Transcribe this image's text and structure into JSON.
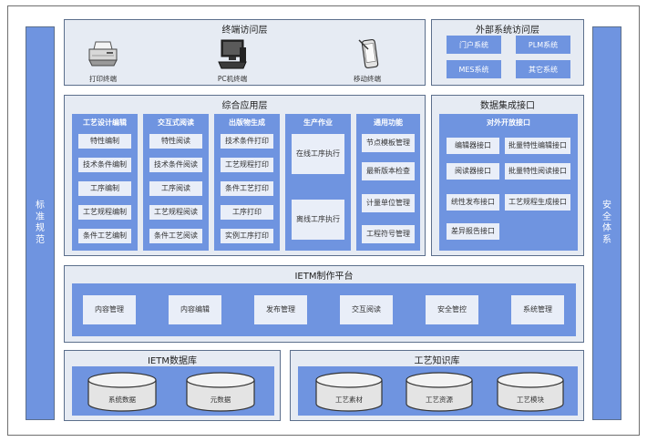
{
  "left_bar": {
    "label": [
      "标",
      "准",
      "规",
      "范"
    ]
  },
  "right_bar": {
    "label": [
      "安",
      "全",
      "体",
      "系"
    ]
  },
  "terminal_layer": {
    "title": "终端访问层",
    "items": [
      {
        "label": "打印终端",
        "icon": "printer-icon"
      },
      {
        "label": "PC机终端",
        "icon": "pc-icon"
      },
      {
        "label": "移动终端",
        "icon": "mobile-icon"
      }
    ]
  },
  "external_layer": {
    "title": "外部系统访问层",
    "items": [
      "门户系统",
      "PLM系统",
      "MES系统",
      "其它系统"
    ]
  },
  "app_layer": {
    "title": "综合应用层",
    "columns": [
      {
        "title": "工艺设计编辑",
        "items": [
          "特性编制",
          "技术条件编制",
          "工序编制",
          "工艺规程编制",
          "条件工艺编制"
        ]
      },
      {
        "title": "交互式阅读",
        "items": [
          "特性阅读",
          "技术条件阅读",
          "工序阅读",
          "工艺规程阅读",
          "条件工艺阅读"
        ]
      },
      {
        "title": "出版物生成",
        "items": [
          "技术条件打印",
          "工艺规程打印",
          "条件工艺打印",
          "工序打印",
          "实例工序打印"
        ]
      },
      {
        "title": "生产作业",
        "items": [
          "在线工序执行",
          "离线工序执行"
        ]
      },
      {
        "title": "通用功能",
        "items": [
          "节点模板管理",
          "最新版本检查",
          "计量单位管理",
          "工程符号管理"
        ]
      }
    ]
  },
  "integration_layer": {
    "title": "数据集成接口",
    "subtitle": "对外开放接口",
    "items": [
      "编辑器接口",
      "批量特性编辑接口",
      "阅读器接口",
      "批量特性阅读接口",
      "统性发布接口",
      "工艺规程生成接口",
      "差异报告接口"
    ]
  },
  "ietm_platform": {
    "title": "IETM制作平台",
    "items": [
      "内容管理",
      "内容编辑",
      "发布管理",
      "交互阅读",
      "安全管控",
      "系统管理"
    ]
  },
  "ietm_db": {
    "title": "IETM数据库",
    "items": [
      "系统数据",
      "元数据"
    ]
  },
  "knowledge_db": {
    "title": "工艺知识库",
    "items": [
      "工艺素材",
      "工艺资源",
      "工艺模块"
    ]
  }
}
